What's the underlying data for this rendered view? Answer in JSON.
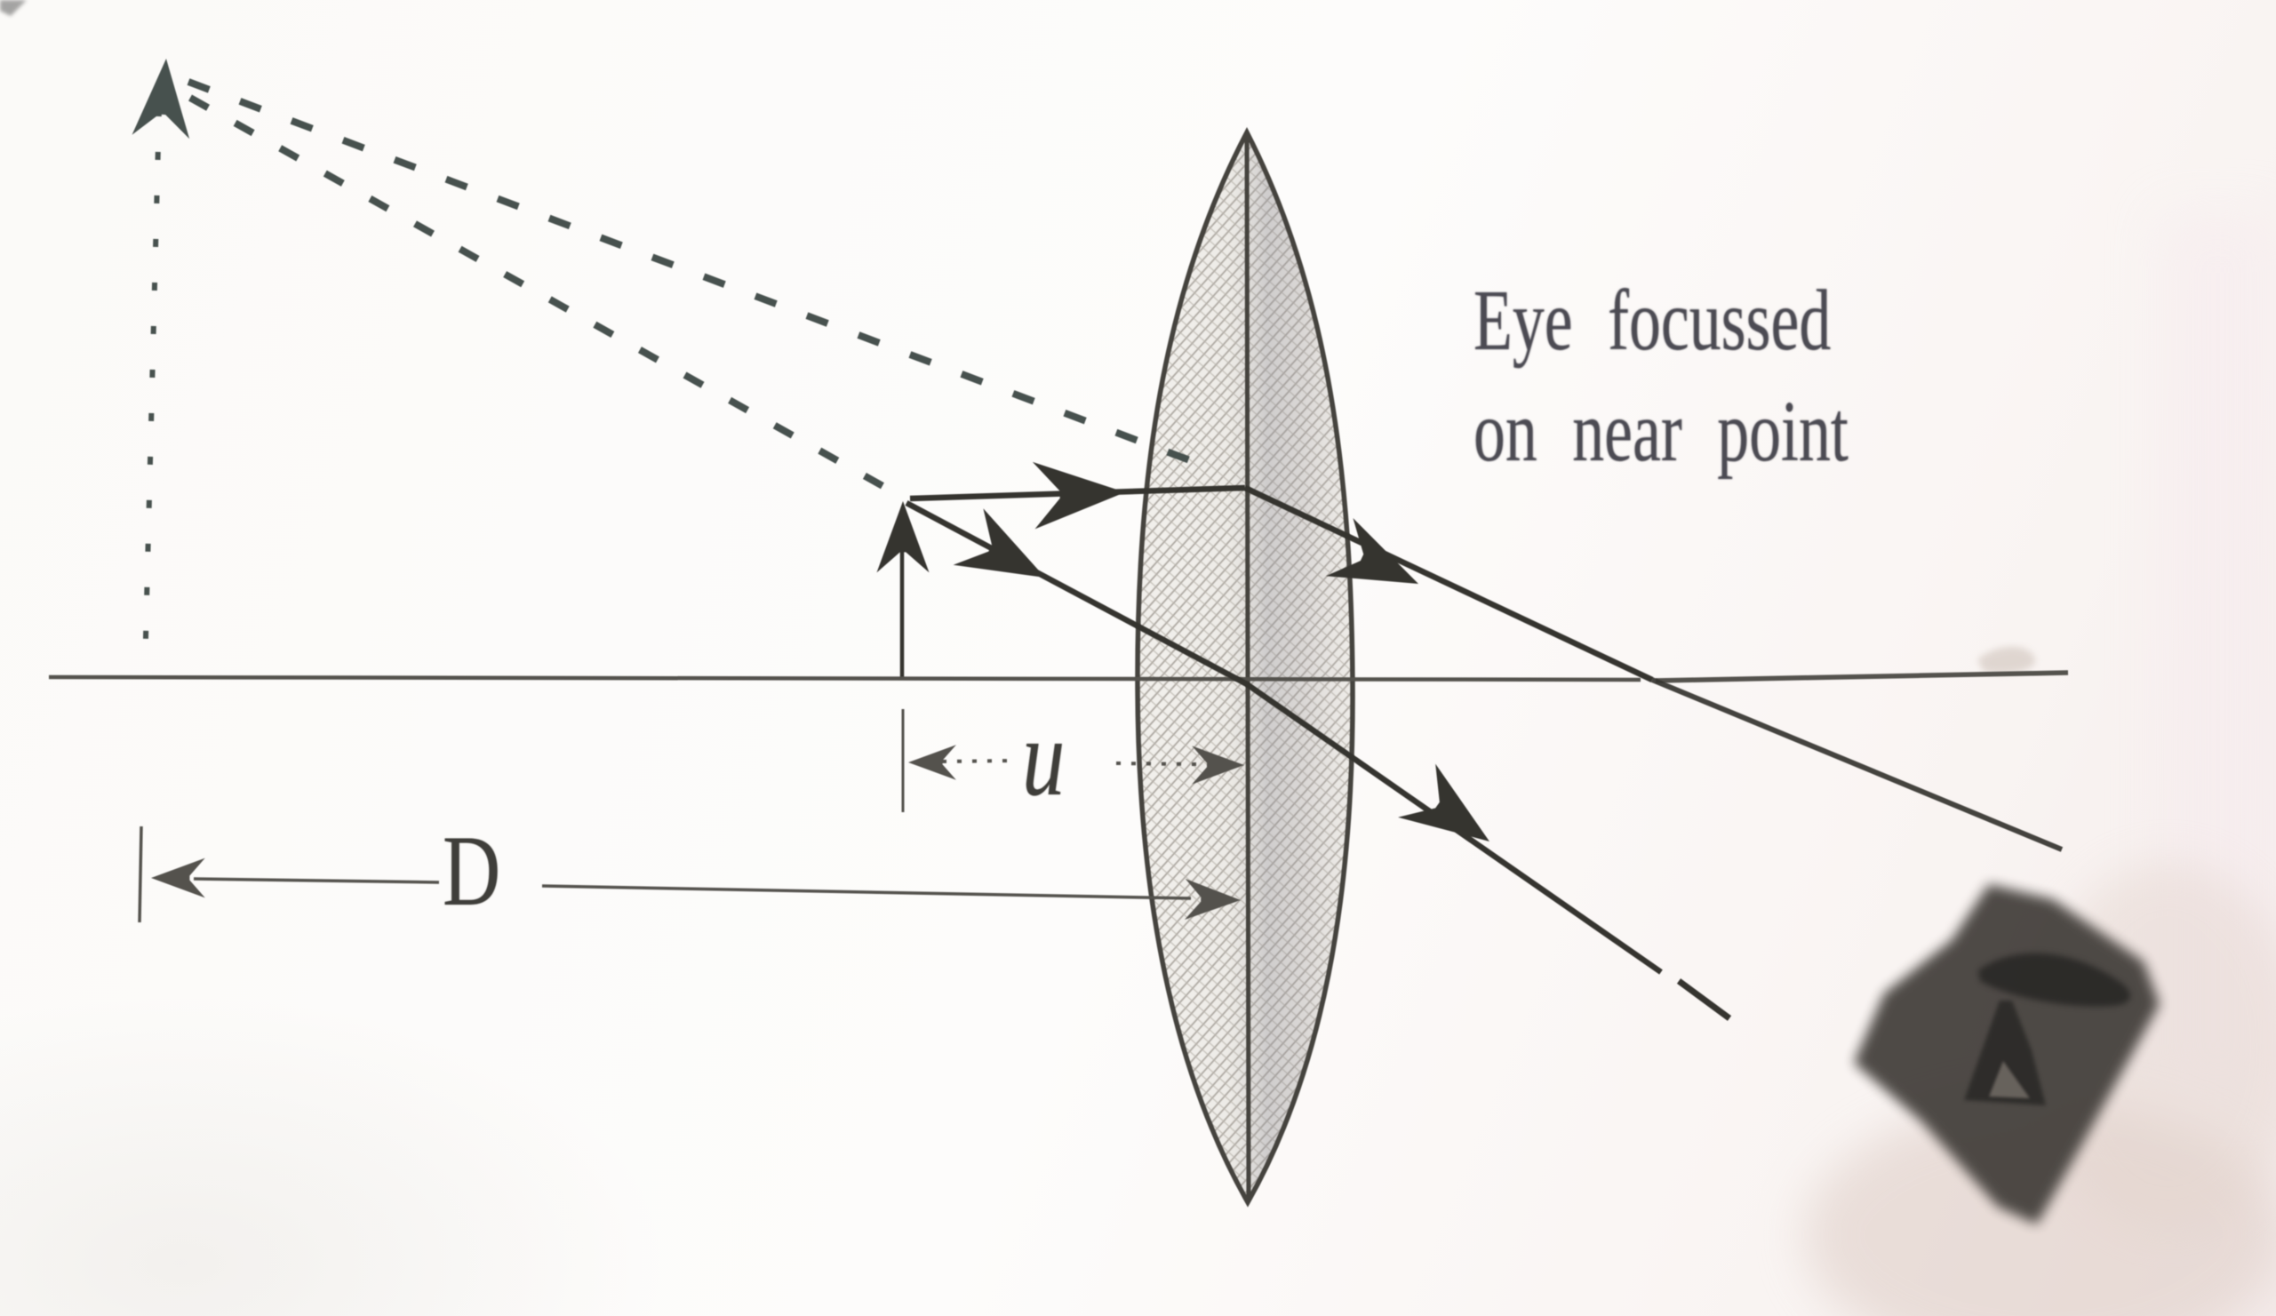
{
  "figure": {
    "caption": {
      "line1": "Eye focussed",
      "line2": "on near point"
    },
    "dimension_labels": {
      "u": "u",
      "D": "D"
    }
  },
  "colors": {
    "paper": "#fbfaf8",
    "ink": "#35342f",
    "soft_ink": "#54524d",
    "dashed_ink": "#47514e",
    "lens_outline": "#45433e",
    "lens_fill": "#f1efeb",
    "lens_hatch": "#a7a29b",
    "smudge_dark": "#45413d",
    "smudge_core": "#272624",
    "stain": "#d9cbc3"
  }
}
